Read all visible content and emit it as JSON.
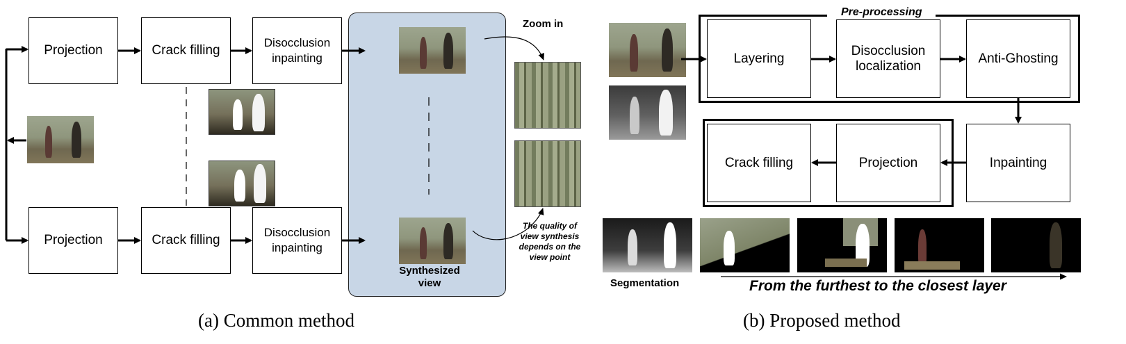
{
  "left": {
    "top_row": {
      "projection": "Projection",
      "crack_filling": "Crack filling",
      "disocclusion": "Disocclusion inpainting"
    },
    "bottom_row": {
      "projection": "Projection",
      "crack_filling": "Crack filling",
      "disocclusion": "Disocclusion inpainting"
    },
    "zoom_label": "Zoom in",
    "synth_label": "Synthesized view",
    "quality_note": "The quality of view synthesis depends on the view point",
    "caption": "(a) Common method"
  },
  "right": {
    "preprocessing_title": "Pre-processing",
    "layering": "Layering",
    "disocclusion_localization": "Disocclusion localization",
    "anti_ghosting": "Anti-Ghosting",
    "inpainting": "Inpainting",
    "projection": "Projection",
    "crack_filling": "Crack filling",
    "segmentation_label": "Segmentation",
    "layer_order_label": "From the furthest to the closest layer",
    "caption": "(b) Proposed method"
  },
  "colors": {
    "synth_panel": "#c8d6e6",
    "box_border": "#000000"
  }
}
